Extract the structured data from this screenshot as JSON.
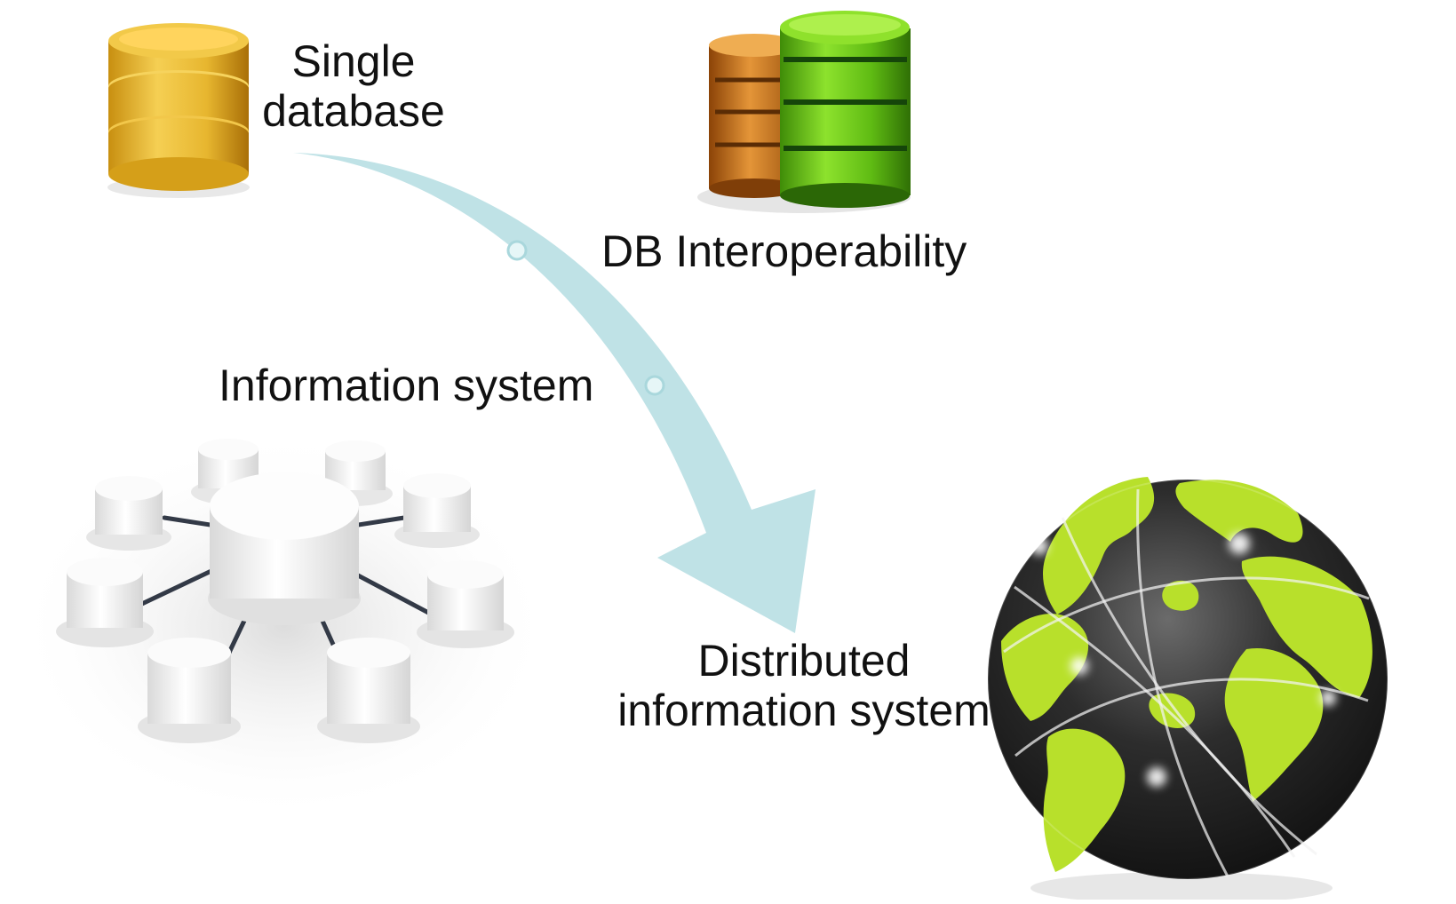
{
  "labels": {
    "single_database": [
      "Single",
      "database"
    ],
    "db_interoperability": "DB Interoperability",
    "information_system": "Information system",
    "distributed_information_system": [
      "Distributed",
      "information system"
    ]
  },
  "icons": {
    "single_database": "database-icon",
    "db_interoperability": "database-pair-icon",
    "information_system": "database-network-icon",
    "distributed_information_system": "globe-icon",
    "flow": "curved-arrow"
  },
  "colors": {
    "arrow": "#bfe2e6",
    "single_db": "#e6b52c",
    "interop_green": "#6fc51d",
    "interop_orange": "#c8741d",
    "globe_land": "#b8e02b",
    "globe_ocean": "#2f2f2f"
  }
}
